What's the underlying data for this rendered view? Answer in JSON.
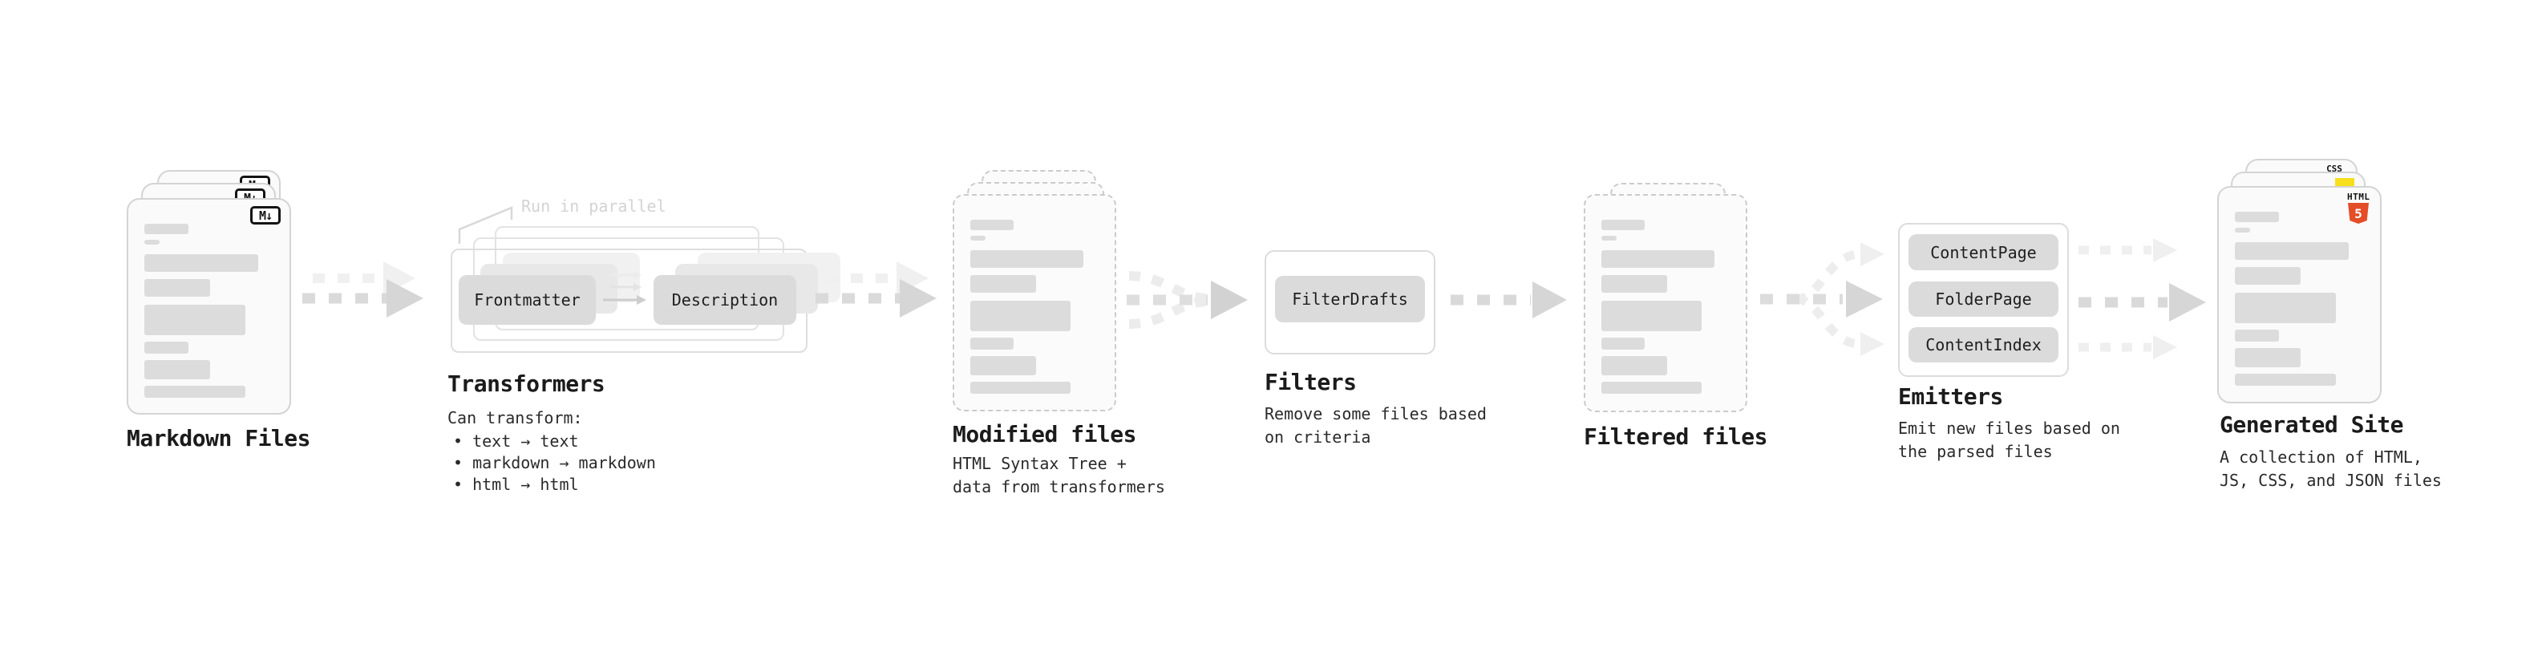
{
  "diagram": {
    "markdown_files": {
      "label": "Markdown Files",
      "badge": "M↓"
    },
    "transformers": {
      "label": "Transformers",
      "annotation": "Run in parallel",
      "input_chip": "Frontmatter",
      "output_chip": "Description",
      "caption_title": "Can transform:",
      "bullets": [
        "• text → text",
        "• markdown → markdown",
        "• html → html"
      ]
    },
    "modified_files": {
      "label": "Modified files",
      "caption": [
        "HTML Syntax Tree +",
        "data from transformers"
      ]
    },
    "filters": {
      "label": "Filters",
      "chip": "FilterDrafts",
      "caption": [
        "Remove some files based",
        "on criteria"
      ]
    },
    "filtered_files": {
      "label": "Filtered files"
    },
    "emitters": {
      "label": "Emitters",
      "chips": [
        "ContentPage",
        "FolderPage",
        "ContentIndex"
      ],
      "caption": [
        "Emit new files based on",
        "the parsed files"
      ]
    },
    "generated_site": {
      "label": "Generated Site",
      "caption": [
        "A collection of HTML,",
        "JS, CSS, and JSON files"
      ],
      "badges": {
        "html_label": "HTML",
        "html_number": "5",
        "css": "CSS"
      }
    },
    "colors": {
      "html5_orange": "#e44d26",
      "js_yellow": "#f7df1e",
      "css_blue": "#2f6df2"
    }
  }
}
